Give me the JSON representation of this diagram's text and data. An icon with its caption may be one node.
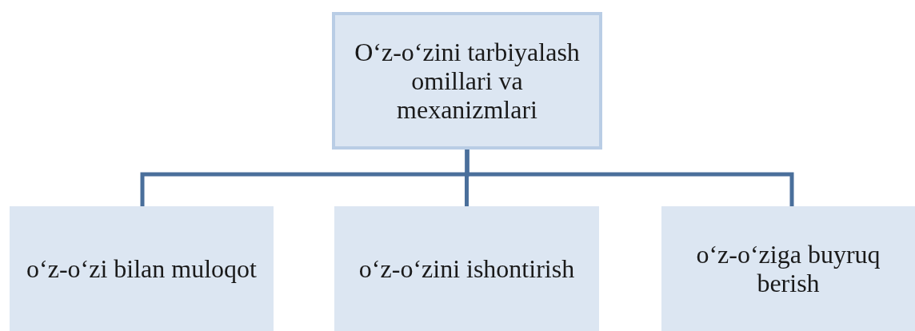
{
  "diagram": {
    "nodes": [
      {
        "text": [
          "O‘z-o‘zini tarbiyalash omillari va mexanizmlari"
        ]
      },
      {
        "text": [
          "o‘z-o‘zi bilan muloqot"
        ]
      },
      {
        "text": [
          "o‘z-o‘zini ishontirish"
        ]
      },
      {
        "text": [
          "o‘z-o‘ziga buyruq berish"
        ]
      }
    ],
    "edges": [
      {
        "from": 0,
        "to": 1,
        "arrow": "none"
      },
      {
        "from": 0,
        "to": 2,
        "arrow": "none"
      },
      {
        "from": 0,
        "to": 3,
        "arrow": "none"
      }
    ]
  }
}
